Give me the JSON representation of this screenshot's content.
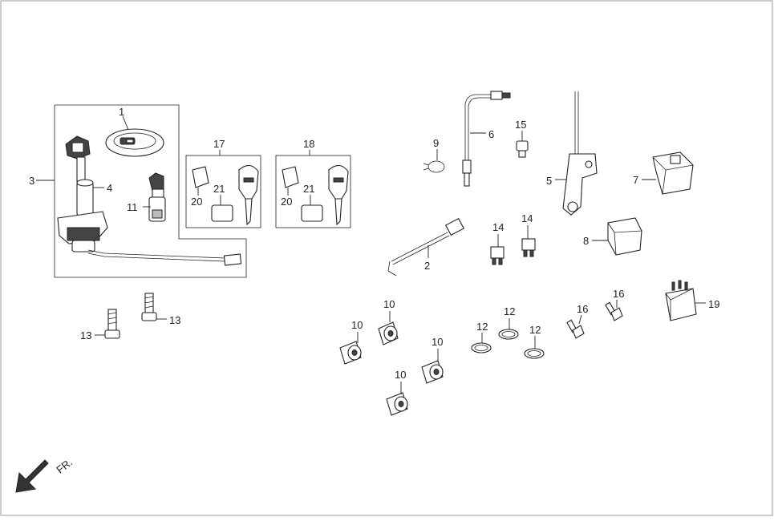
{
  "callouts": {
    "c1": "1",
    "c2": "2",
    "c3": "3",
    "c4": "4",
    "c5": "5",
    "c6": "6",
    "c7": "7",
    "c8": "8",
    "c9": "9",
    "c10a": "10",
    "c10b": "10",
    "c10c": "10",
    "c10d": "10",
    "c11": "11",
    "c12a": "12",
    "c12b": "12",
    "c12c": "12",
    "c13a": "13",
    "c13b": "13",
    "c14a": "14",
    "c14b": "14",
    "c15": "15",
    "c16a": "16",
    "c16b": "16",
    "c17": "17",
    "c18": "18",
    "c19": "19",
    "c20a": "20",
    "c20b": "20",
    "c21a": "21",
    "c21b": "21"
  },
  "direction_label": "FR.",
  "colors": {
    "line": "#222222",
    "background": "#ffffff",
    "frame": "#999999"
  }
}
